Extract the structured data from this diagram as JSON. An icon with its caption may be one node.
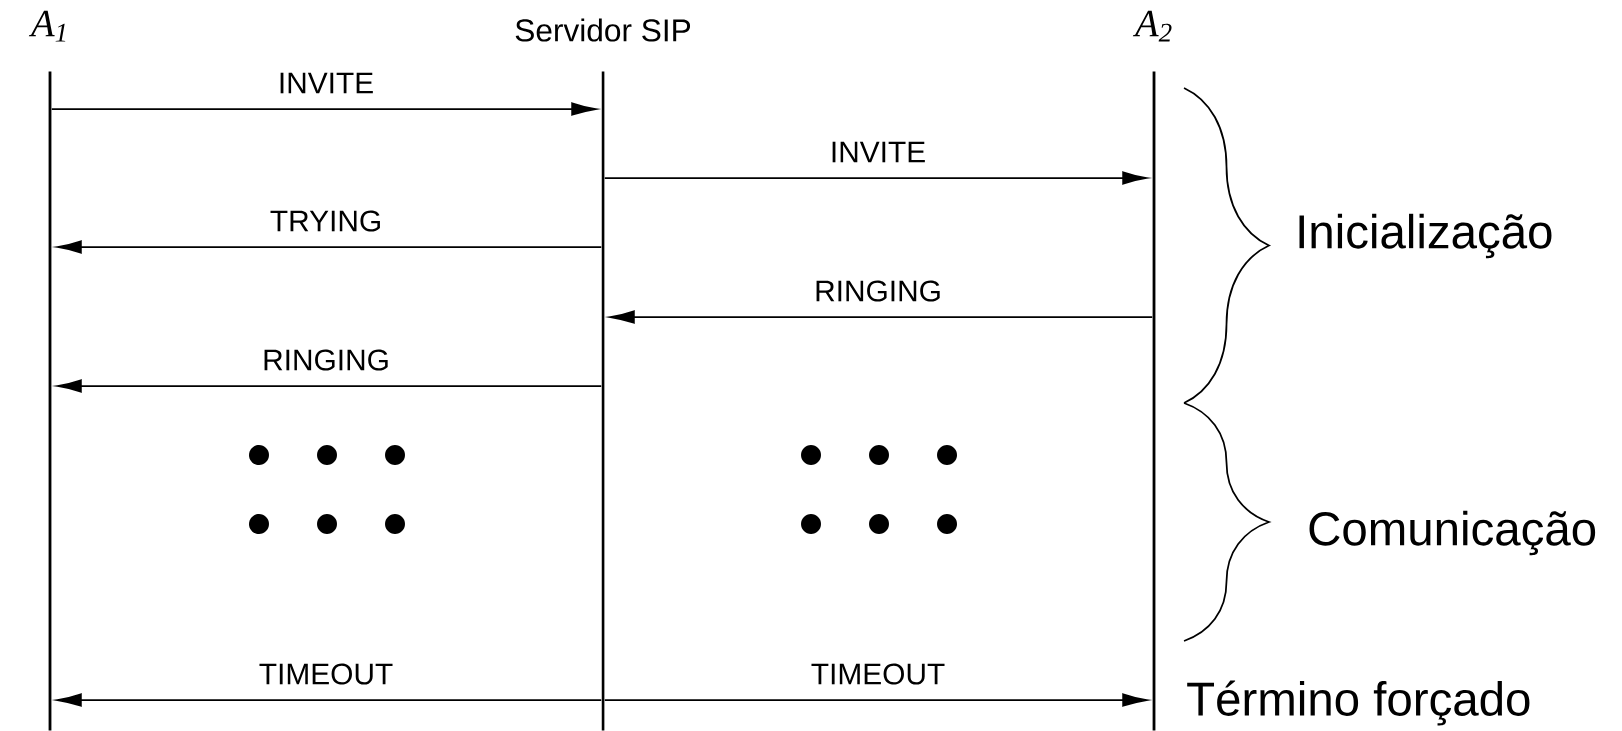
{
  "diagram": {
    "nodes": [
      {
        "text": [
          "A$_{1}$"
        ]
      },
      {
        "text": [
          "Servidor SIP"
        ]
      },
      {
        "text": [
          "A$_{2}$"
        ]
      }
    ],
    "edges": [
      {
        "from": 0,
        "to": 1,
        "arrow": "to",
        "label": "INVITE"
      },
      {
        "from": 1,
        "to": 2,
        "arrow": "to",
        "label": "INVITE"
      },
      {
        "from": 1,
        "to": 0,
        "arrow": "to",
        "label": "TRYING"
      },
      {
        "from": 2,
        "to": 1,
        "arrow": "to",
        "label": "RINGING"
      },
      {
        "from": 1,
        "to": 0,
        "arrow": "to",
        "label": "RINGING"
      },
      {
        "from": 1,
        "to": 0,
        "arrow": "to",
        "label": "TIMEOUT"
      },
      {
        "from": 1,
        "to": 2,
        "arrow": "to",
        "label": "TIMEOUT"
      }
    ],
    "labels": [
      "Inicialização",
      "Comunicação",
      "Término forçado"
    ]
  }
}
